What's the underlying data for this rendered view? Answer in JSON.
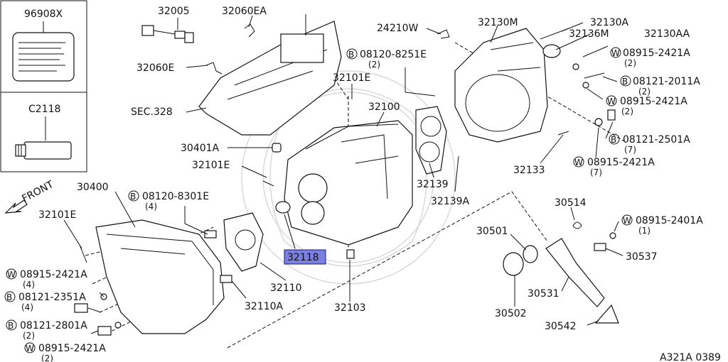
{
  "inset_top": {
    "code": "96908X"
  },
  "inset_bottom": {
    "code": "C2118"
  },
  "front_label": "FRONT",
  "footer_code": "A321A 0389",
  "highlight_label": "32118",
  "labels": {
    "l32005": "32005",
    "l32060EA": "32060EA",
    "l24210W": "24210W",
    "l32130M": "32130M",
    "l32130A": "32130A",
    "l32136M": "32136M",
    "l32130AA": "32130AA",
    "l32060E": "32060E",
    "l32101E_top": "32101E",
    "l32100": "32100",
    "lSEC328": "SEC.328",
    "l30401A": "30401A",
    "l32101E_mid": "32101E",
    "l30400": "30400",
    "l32101E_left": "32101E",
    "l32139": "32139",
    "l32139A": "32139A",
    "l32133": "32133",
    "l30514": "30514",
    "l30501": "30501",
    "l30537": "30537",
    "l30531": "30531",
    "l30502": "30502",
    "l30542": "30542",
    "l32110": "32110",
    "l32110A": "32110A",
    "l32103": "32103"
  },
  "callouts": {
    "c1": {
      "prefix": "B",
      "part": "08120-8251E",
      "qty": "(2)"
    },
    "c2": {
      "prefix": "W",
      "part": "08915-2421A",
      "qty": "(2)"
    },
    "c3": {
      "prefix": "B",
      "part": "08121-2011A",
      "qty": "(2)"
    },
    "c4": {
      "prefix": "W",
      "part": "08915-2421A",
      "qty": "(2)"
    },
    "c5": {
      "prefix": "B",
      "part": "08121-2501A",
      "qty": "(7)"
    },
    "c6": {
      "prefix": "W",
      "part": "08915-2421A",
      "qty": "(7)"
    },
    "c7": {
      "prefix": "B",
      "part": "08120-8301E",
      "qty": "(4)"
    },
    "c8": {
      "prefix": "W",
      "part": "08915-2401A",
      "qty": "(1)"
    },
    "c9": {
      "prefix": "W",
      "part": "08915-2421A",
      "qty": "(4)"
    },
    "c10": {
      "prefix": "B",
      "part": "08121-2351A",
      "qty": "(4)"
    },
    "c11": {
      "prefix": "B",
      "part": "08121-2801A",
      "qty": "(2)"
    },
    "c12": {
      "prefix": "W",
      "part": "08915-2421A",
      "qty": "(2)"
    }
  },
  "colors": {
    "highlight_fill": "#7a7fe0",
    "ink": "#111111"
  }
}
